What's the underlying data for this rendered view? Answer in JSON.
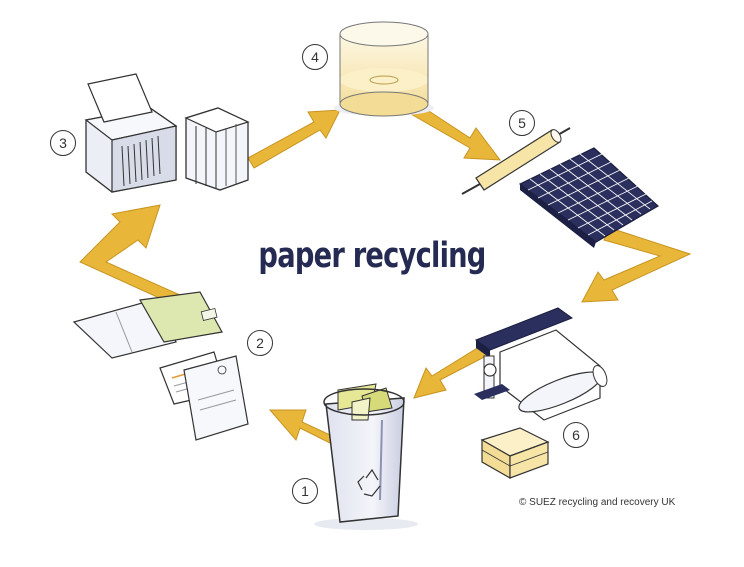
{
  "title": "paper recycling",
  "steps": [
    {
      "number": "1"
    },
    {
      "number": "2"
    },
    {
      "number": "3"
    },
    {
      "number": "4"
    },
    {
      "number": "5"
    },
    {
      "number": "6"
    }
  ],
  "credit": "© SUEZ recycling and recovery UK",
  "colors": {
    "arrow": "#e8b73a",
    "arrow_dark": "#c89420",
    "navy": "#2b2f5e",
    "outline": "#333333",
    "paper_yellow": "#f6e5a6"
  }
}
